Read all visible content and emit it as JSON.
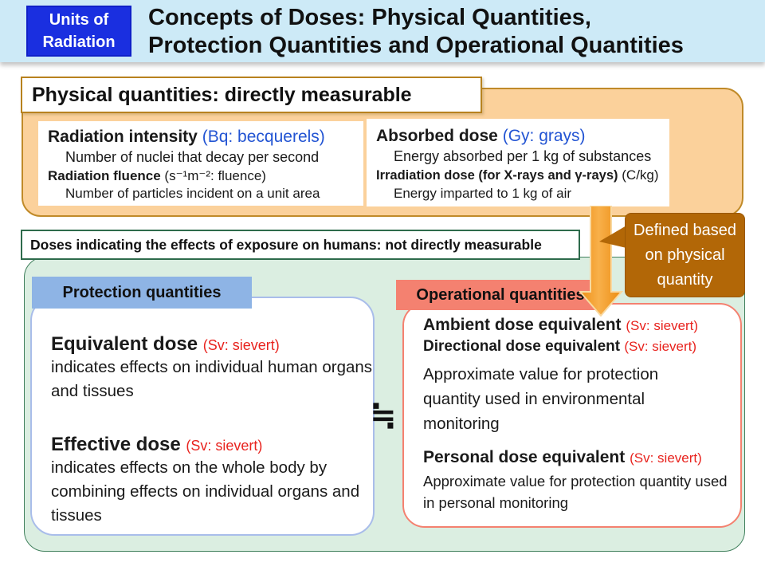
{
  "header": {
    "badge_line1": "Units of",
    "badge_line2": "Radiation",
    "title_line1": "Concepts of Doses: Physical Quantities,",
    "title_line2": "Protection Quantities and Operational Quantities"
  },
  "physical": {
    "label": "Physical quantities: directly measurable",
    "intensity": {
      "title": "Radiation intensity",
      "unit": "(Bq: becquerels)",
      "line1": "Number of nuclei that decay per second",
      "subtitle": "Radiation fluence",
      "subunit": "(s⁻¹m⁻²: fluence)",
      "line2": "Number of particles incident on a unit area"
    },
    "absorbed": {
      "title": "Absorbed dose",
      "unit": "(Gy: grays)",
      "line1": "Energy absorbed per 1 kg of substances",
      "subtitle": "Irradiation dose (for X-rays and γ-rays)",
      "subunit": "(C/kg)",
      "line2": "Energy imparted to 1 kg of air"
    }
  },
  "doses_label": "Doses indicating the effects of exposure on humans: not directly measurable",
  "callout": {
    "line1": "Defined based",
    "line2": "on physical",
    "line3": "quantity"
  },
  "protection": {
    "label": "Protection quantities",
    "equivalent": {
      "title": "Equivalent dose",
      "unit": "(Sv: sievert)",
      "desc": "indicates effects on individual human organs and tissues"
    },
    "effective": {
      "title": "Effective dose",
      "unit": "(Sv: sievert)",
      "desc": "indicates effects on the whole body by combining effects on individual organs and tissues"
    }
  },
  "approx_symbol": "≒",
  "operational": {
    "label": "Operational quantities",
    "ambient": {
      "title": "Ambient dose equivalent",
      "unit": "(Sv: sievert)"
    },
    "directional": {
      "title": "Directional dose equivalent",
      "unit": "(Sv: sievert)"
    },
    "env_desc": "Approximate value for protection quantity used in environmental monitoring",
    "personal": {
      "title": "Personal dose equivalent",
      "unit": "(Sv: sievert)"
    },
    "personal_desc": "Approximate value for protection quantity used in personal monitoring"
  },
  "colors": {
    "header_bg": "#cdeaf7",
    "badge_bg": "#1a2fe0",
    "orange_panel_bg": "#fbd19b",
    "orange_border": "#c08a28",
    "green_panel_bg": "#dbeee1",
    "green_border": "#41805d",
    "protection_label_bg": "#8eb4e5",
    "operational_label_bg": "#f48170",
    "protection_box_border": "#a9bdea",
    "unit_blue": "#2254d3",
    "unit_red": "#e8231e",
    "callout_bg": "#b26707",
    "arrow_orange": "#f29b1d"
  }
}
